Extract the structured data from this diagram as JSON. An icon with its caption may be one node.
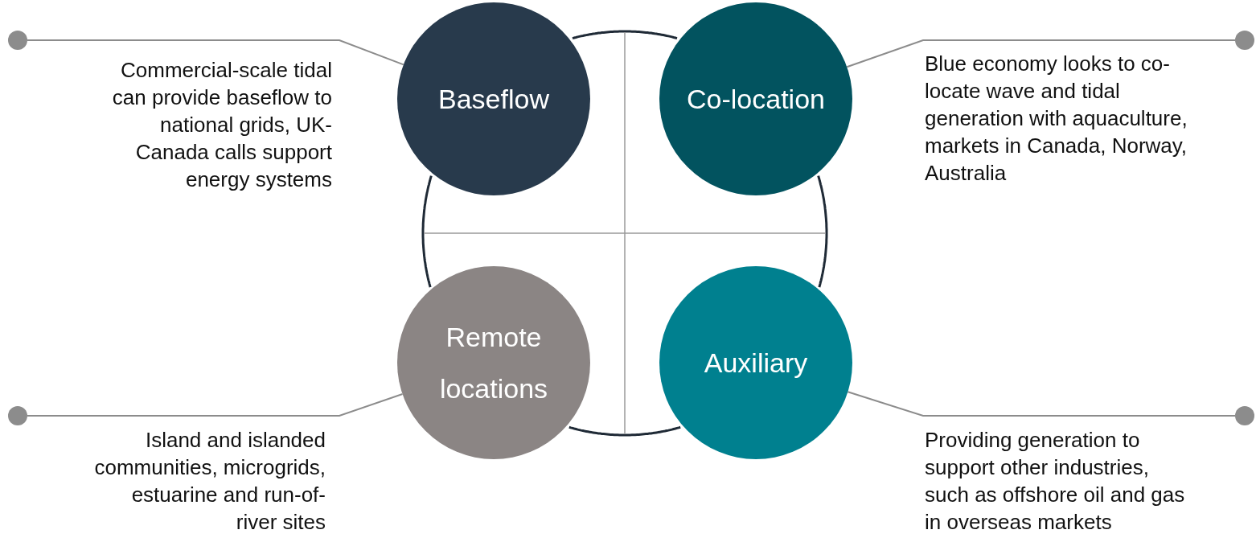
{
  "diagram": {
    "nodes": [
      {
        "text": [
          "Baseflow"
        ],
        "beside": [
          "Commercial-scale tidal can provide baseflow to national grids, UK-Canada calls support energy systems"
        ]
      },
      {
        "text": [
          "Co-location"
        ],
        "beside": [
          "Blue economy looks to co-locate wave and tidal generation with aquaculture, markets in Canada, Norway, Australia"
        ]
      },
      {
        "text": [
          "Remote locations"
        ],
        "beside": [
          "Island and islanded communities, microgrids, estuarine and run-of-river sites"
        ]
      },
      {
        "text": [
          "Auxiliary"
        ],
        "beside": [
          "Providing generation to support other industries, such as offshore oil and gas in overseas markets"
        ]
      },
      {
        "text": [],
        "shape": "circle"
      },
      {
        "text": [],
        "shape": "circle"
      },
      {
        "text": [],
        "shape": "circle"
      },
      {
        "text": [],
        "shape": "circle"
      }
    ],
    "edges": [
      {
        "from": 4,
        "to": 0,
        "arrow": "none"
      },
      {
        "from": 5,
        "to": 1,
        "arrow": "none"
      },
      {
        "from": 6,
        "to": 2,
        "arrow": "none"
      },
      {
        "from": 7,
        "to": 3,
        "arrow": "none"
      }
    ]
  }
}
